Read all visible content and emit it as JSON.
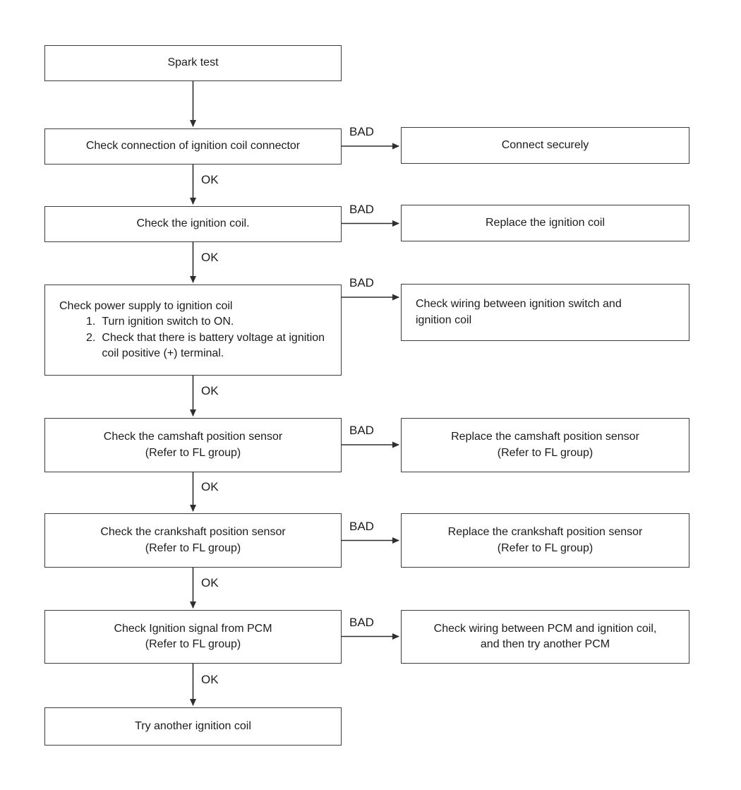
{
  "flowchart": {
    "labels": {
      "ok": "OK",
      "bad": "BAD"
    },
    "nodes": {
      "spark_test": "Spark test",
      "check_connection": "Check connection of ignition coil connector",
      "check_ignition_coil": "Check the ignition coil.",
      "power_supply": {
        "title": "Check power supply to ignition coil",
        "steps": [
          {
            "num": "1.",
            "text": "Turn ignition switch to ON."
          },
          {
            "num": "2.",
            "text": "Check that there is battery voltage at ignition coil positive (+) terminal."
          }
        ]
      },
      "camshaft": {
        "line1": "Check the camshaft position sensor",
        "line2": "(Refer to FL group)"
      },
      "crankshaft": {
        "line1": "Check the crankshaft position sensor",
        "line2": "(Refer to FL group)"
      },
      "pcm_signal": {
        "line1": "Check Ignition signal from PCM",
        "line2": "(Refer to FL group)"
      },
      "try_another_coil": "Try another ignition coil",
      "connect_securely": "Connect securely",
      "replace_ignition_coil": "Replace the ignition coil",
      "wiring_switch": {
        "line1": "Check wiring between ignition switch and",
        "line2": "ignition coil"
      },
      "replace_camshaft": {
        "line1": "Replace the camshaft position sensor",
        "line2": "(Refer to FL group)"
      },
      "replace_crankshaft": {
        "line1": "Replace the crankshaft position sensor",
        "line2": "(Refer to FL group)"
      },
      "wiring_pcm": {
        "line1": "Check wiring between PCM and ignition coil,",
        "line2": "and then try another PCM"
      }
    },
    "colors": {
      "line": "#2e2e2e",
      "border": "#3c3c3c",
      "text": "#1c1c1c",
      "background": "#ffffff"
    }
  }
}
